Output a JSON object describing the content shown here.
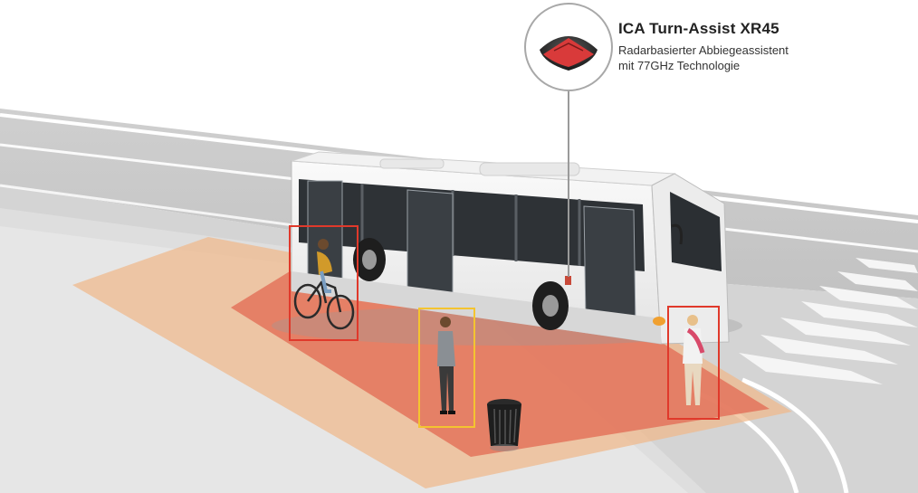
{
  "product": {
    "name": "ICA Turn-Assist XR45",
    "description_line1": "Radarbasierter Abbiegeassistent",
    "description_line2": "mit 77GHz Technologie"
  },
  "colors": {
    "zone_outer": "#efb98d",
    "zone_inner": "#e3735c",
    "box_red": "#e0392b",
    "box_yellow": "#f4c430",
    "sensor_red": "#d93a3a"
  },
  "icons": {
    "sensor": "radar-sensor-icon",
    "bus": "bus-icon",
    "cyclist": "cyclist-icon",
    "pedestrian": "pedestrian-icon",
    "trash_bin": "trash-bin-icon"
  }
}
